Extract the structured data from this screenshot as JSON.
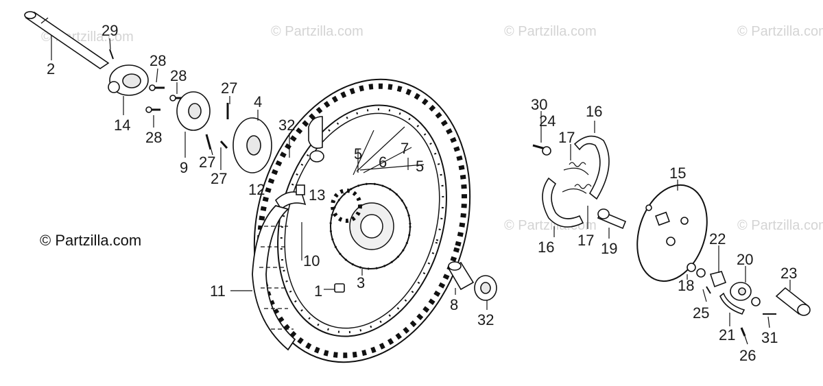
{
  "copyright": "© Partzilla.com",
  "watermark": "© Partzilla.com",
  "callouts": [
    "29",
    "2",
    "28",
    "28",
    "14",
    "28",
    "9",
    "27",
    "27",
    "27",
    "4",
    "32",
    "12",
    "13",
    "5",
    "7",
    "6",
    "5",
    "10",
    "11",
    "1",
    "3",
    "8",
    "32",
    "30",
    "24",
    "16",
    "17",
    "16",
    "17",
    "19",
    "15",
    "22",
    "20",
    "23",
    "18",
    "25",
    "21",
    "31",
    "26"
  ]
}
